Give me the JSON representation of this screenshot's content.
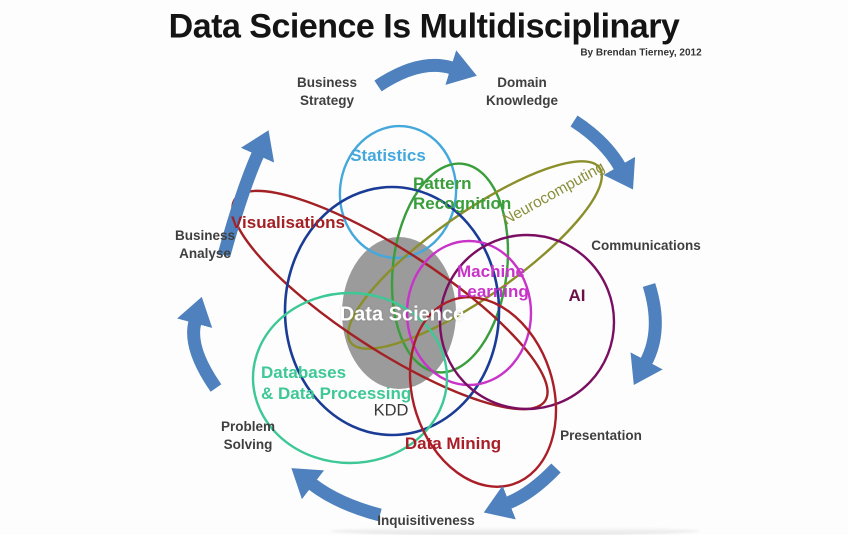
{
  "slide": {
    "title": "Data Science Is Multidisciplinary",
    "byline": "By Brendan Tierney, 2012",
    "background_color": "#FDFDFD"
  },
  "center_blob": {
    "label": "Data Science",
    "fill": "#9B9B9B",
    "text_color": "#FFFFFF"
  },
  "ellipses": {
    "statistics": {
      "label": "Statistics",
      "color": "#44A8DC"
    },
    "pattern_recognition": {
      "label": "Pattern\nRecognition",
      "color": "#3A9E3C"
    },
    "neurocomputing": {
      "label": "Neurocomputing",
      "color": "#8A8F2A"
    },
    "visualisations": {
      "label": "Visualisations",
      "color": "#A32125"
    },
    "kdd": {
      "label": "KDD",
      "color": "#1B3C96",
      "text_color": "#3A3A3A"
    },
    "machine_learning": {
      "label": "Machine\nLearning",
      "color": "#C833C8"
    },
    "ai": {
      "label": "AI",
      "color": "#7A0F62"
    },
    "databases": {
      "label": "Databases\n& Data Processing",
      "color": "#3DC896"
    },
    "data_mining": {
      "label": "Data Mining",
      "color": "#AA1E28"
    }
  },
  "skills": {
    "business_strategy": "Business\nStrategy",
    "domain_knowledge": "Domain\nKnowledge",
    "communications": "Communications",
    "presentation": "Presentation",
    "inquisitiveness": "Inquisitiveness",
    "problem_solving": "Problem\nSolving",
    "business_analyse": "Business\nAnalyse"
  },
  "arrows": {
    "color": "#4E81BD"
  }
}
